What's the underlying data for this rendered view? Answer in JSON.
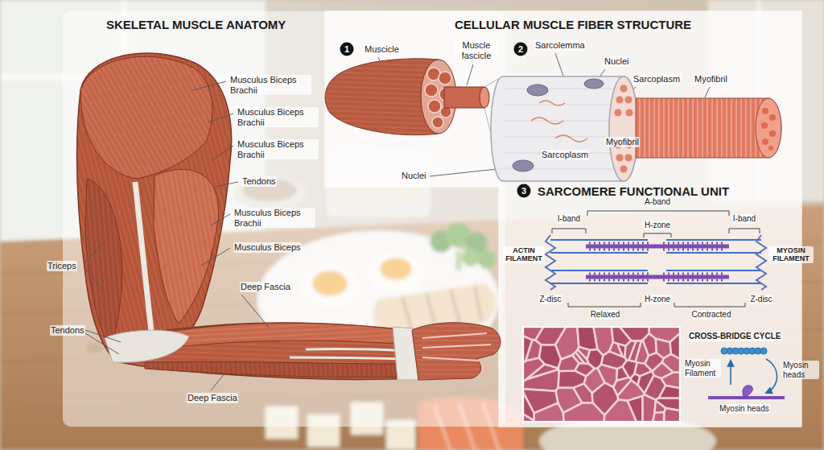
{
  "diagram": {
    "title": "SKELETAL MUSCLE ANATOMY",
    "nodes": [
      {
        "text": [
          "1"
        ]
      },
      {
        "text": [
          "2"
        ]
      },
      {
        "text": [
          "3"
        ]
      }
    ],
    "labels": [
      "Musculus Biceps Brachii",
      "Musculus Biceps Brachii",
      "Musculus Biceps Brachii",
      "Tendons",
      "Musculus Biceps Brachii",
      "Musculus Biceps",
      "Triceps",
      "Deep Fascia",
      "Tendons",
      "Deep Fascia",
      "CELLULAR MUSCLE FIBER STRUCTURE",
      "Muscicle",
      "Muscle fascicle",
      "Sarcolemma",
      "Nuclei",
      "Sarcoplasm",
      "Myofibril",
      "Nuclei",
      "Sarcoplasm",
      "Myofibril",
      "SARCOMERE FUNCTIONAL UNIT",
      "A-band",
      "I-band",
      "I-band",
      "H-zone",
      "ACTIN FILAMENT",
      "MYOSIN FILAMENT",
      "Z-disc",
      "H-zone",
      "Z-disc",
      "Relaxed",
      "Contracted",
      "CROSS-BRIDGE CYCLE",
      "Myosin Filament",
      "Myosin heads",
      "Myosin heads"
    ]
  }
}
